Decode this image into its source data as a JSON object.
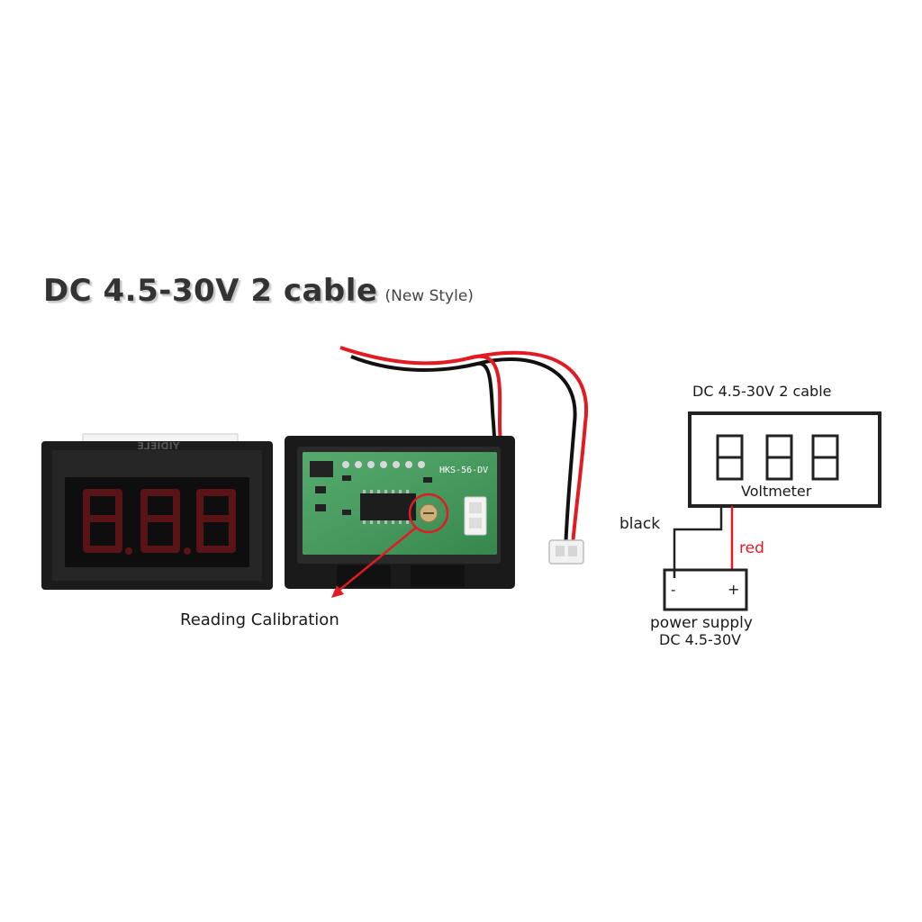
{
  "title": {
    "main": "DC 4.5-30V 2 cable",
    "sub": "(New Style)"
  },
  "photo": {
    "module_brand": "YIDIELE",
    "board_silkscreen": "HKS-56-DV",
    "display_digits": "8.8.8",
    "callout_label": "Reading Calibration"
  },
  "diagram": {
    "header": "DC 4.5-30V 2 cable",
    "display_digits": "888",
    "meter_label": "Voltmeter",
    "wire_black_label": "black",
    "wire_red_label": "red",
    "terminal_minus": "-",
    "terminal_plus": "+",
    "supply_label": "power supply",
    "supply_range": "DC 4.5-30V"
  },
  "colors": {
    "led_red": "#5a1418",
    "wire_red": "#e21b23",
    "pcb_green": "#3f9e5a",
    "housing": "#1c1c1c"
  }
}
